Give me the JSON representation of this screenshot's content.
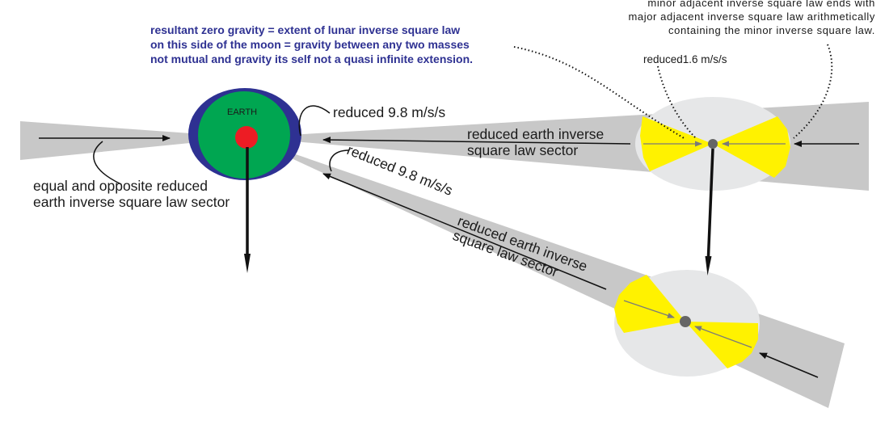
{
  "colors": {
    "sector_gray": "#c8c8c8",
    "earth_green": "#00a651",
    "earth_rim_blue": "#2e3192",
    "core_red": "#ed1c24",
    "moon_gray": "#e6e7e8",
    "sector_yellow": "#fff200",
    "moon_core": "#666666",
    "annotation_blue": "#2e3192",
    "line_black": "#111111"
  },
  "labels": {
    "earth": "EARTH",
    "reduced_9_8_upper": "reduced 9.8 m/s/s",
    "reduced_9_8_lower": "reduced 9.8 m/s/s",
    "reduced_1_6": "reduced1.6 m/s/s",
    "upper_sector_line1": "reduced earth inverse",
    "upper_sector_line2": "square law sector",
    "lower_sector_line1": "reduced earth inverse",
    "lower_sector_line2": "square law sector",
    "left_sector_line1": "equal and opposite reduced",
    "left_sector_line2": "earth inverse square law sector"
  },
  "blue_annotation": [
    "resultant zero gravity = extent of lunar inverse square law",
    "on this side of the moon = gravity between any two masses",
    "not mutual and gravity its self not a quasi infinite extension."
  ],
  "top_right_note": [
    "minor adjacent inverse square law ends with",
    "major adjacent inverse square law arithmetically",
    "containing the minor inverse square law."
  ]
}
